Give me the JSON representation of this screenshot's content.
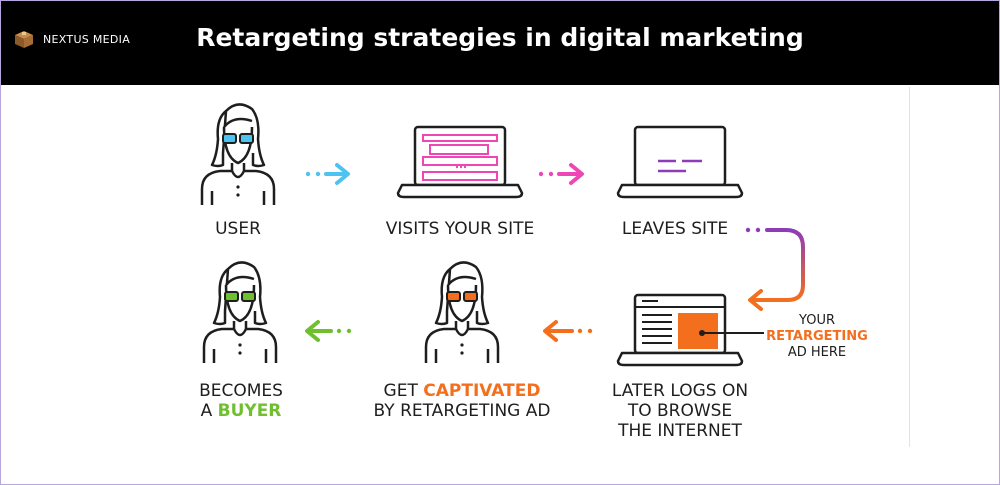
{
  "header": {
    "brand": "NEXTUS MEDIA",
    "title": "Retargeting strategies in digital marketing",
    "brand_logo_icon": "box-logo-icon"
  },
  "steps": {
    "user": "USER",
    "visits": "VISITS YOUR SITE",
    "leaves": "LEAVES SITE",
    "later_1": "LATER LOGS ON",
    "later_2": "TO BROWSE",
    "later_3": "THE INTERNET",
    "captivated_pre": "GET",
    "captivated_hl": "CAPTIVATED",
    "captivated_2": "BY RETARGETING AD",
    "buyer_1": "BECOMES",
    "buyer_pre": "A",
    "buyer_hl": "BUYER"
  },
  "callout": {
    "line1": "YOUR",
    "line2": "RETARGETING",
    "line3": "AD HERE"
  },
  "colors": {
    "blue": "#4cc3f1",
    "pink": "#ee47b5",
    "purple": "#8e3bb7",
    "orange": "#f36f1d",
    "green": "#6fbf2f",
    "ink": "#1e1e1e"
  }
}
